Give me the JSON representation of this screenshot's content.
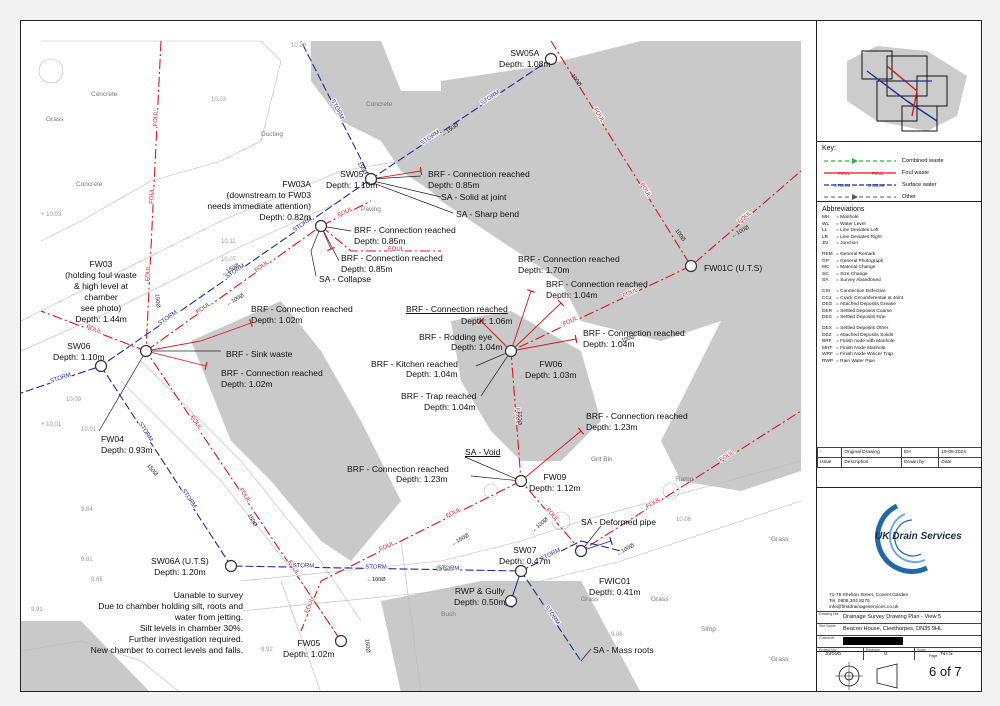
{
  "drawing": {
    "manholes": {
      "sw05a": {
        "id": "SW05A",
        "depth": "Depth: 1.08m"
      },
      "sw05": {
        "id": "SW05",
        "depth": "Depth: 1.10m"
      },
      "fw03a": {
        "id": "FW03A",
        "note1": "(downstream to FW03",
        "note2": "needs immediate attention)",
        "depth": "Depth: 0.82m"
      },
      "fw03": {
        "id": "FW03",
        "note1": "(holding foul waste",
        "note2": "& high level at",
        "note3": "chamber",
        "note4": "see photo)",
        "depth": "Depth: 1.44m"
      },
      "sw06": {
        "id": "SW06",
        "depth": "Depth: 1.10m"
      },
      "fw04": {
        "id": "FW04",
        "depth": "Depth: 0.93m"
      },
      "fw01c": {
        "id": "FW01C (U.T.S)"
      },
      "fw06": {
        "id": "FW06",
        "depth": "Depth: 1.03m"
      },
      "fw09": {
        "id": "FW09",
        "depth": "Depth: 1.12m"
      },
      "sw07": {
        "id": "SW07",
        "depth": "Depth: 0.47m"
      },
      "fwic01": {
        "id": "FWIC01",
        "depth": "Depth: 0.41m"
      },
      "sw06a": {
        "id": "SW06A (U.T.S)",
        "depth": "Depth: 1.20m"
      },
      "fw05": {
        "id": "FW05",
        "depth": "Depth: 1.02m"
      }
    },
    "annotations": {
      "brf_sw05_a": {
        "text": "BRF - Connection reached",
        "depth": "Depth: 0.85m"
      },
      "sa_solid": "SA - Solid at joint",
      "sa_sharp": "SA - Sharp bend",
      "brf_fw03a_1": {
        "text": "BRF - Connection reached",
        "depth": "Depth: 0.85m"
      },
      "brf_fw03a_2": {
        "text": "BRF - Connection reached",
        "depth": "Depth: 0.85m"
      },
      "sa_collapse": "SA - Collapse",
      "brf_fw03_1": {
        "text": "BRF - Connection reached",
        "depth": "Depth: 1.02m"
      },
      "brf_sink": "BRF - Sink waste",
      "brf_fw03_2": {
        "text": "BRF - Connection reached",
        "depth": "Depth: 1.02m"
      },
      "brf_fw06_top1": {
        "text": "BRF - Connection reached",
        "depth": "Depth: 1.70m"
      },
      "brf_fw06_top2": {
        "text": "BRF - Connection reached",
        "depth": "Depth: 1.04m"
      },
      "brf_fw06_left": {
        "text": "BRF - Connection reached",
        "depth": "Depth: 1.06m"
      },
      "brf_rodding": {
        "text": "BRF - Rodding eye",
        "depth": "Depth: 1.04m"
      },
      "brf_fw06_right": {
        "text": "BRF - Connection reached",
        "depth": "Depth: 1.04m"
      },
      "brf_kitchen": {
        "text": "BRF - Kitchen reached",
        "depth": "Depth: 1.04m"
      },
      "brf_trap": {
        "text": "BRF - Trap reached",
        "depth": "Depth: 1.04m"
      },
      "brf_fw09_right": {
        "text": "BRF - Connection reached",
        "depth": "Depth: 1.23m"
      },
      "sa_void": "SA - Void",
      "brf_fw09_left": {
        "text": "BRF - Connection reached",
        "depth": "Depth: 1.23m"
      },
      "sa_deformed": "SA - Deformed pipe",
      "rwp_gully": {
        "text": "RWP & Gully",
        "depth": "Depth: 0.50m"
      },
      "sa_mass_roots": "SA - Mass roots",
      "sw06a_note": [
        "Uanable to survey",
        "Due to chamber holding silt, roots and",
        "water from jetting.",
        "Silt levels in chamber 30%.",
        "Further investigation required.",
        "New chamber to correct levels and falls."
      ]
    },
    "pipe_labels": {
      "foul": "FOUL",
      "storm": "STORM",
      "d150": "150Ø",
      "d100": "100Ø"
    },
    "bg_labels": [
      "Concrete",
      "Concrete",
      "Grass",
      "Ducting",
      "Paving",
      "Concrete",
      "Grass",
      "Grass",
      "Grass",
      "Grass",
      "Slmp",
      "Grass",
      "Grit Bin",
      "Bush",
      "Ramp"
    ],
    "levels": [
      "10.28",
      "10.03",
      "+ 10.03",
      "10.11",
      "10.07",
      "10.01",
      "+ 10.01",
      "9.84",
      "9.81",
      "9.65",
      "9.86",
      "9.91",
      "10.09",
      "9.92",
      "10.06"
    ]
  },
  "colors": {
    "foul": "#d7191c",
    "storm": "#1f2d9e",
    "combined": "#2fb343",
    "other": "#555555",
    "building": "#c9c9c9",
    "logo": "#1f6aa5"
  },
  "panel": {
    "key_title": "Key:",
    "key": [
      {
        "style": "combined",
        "label": "Combined waste"
      },
      {
        "style": "foul",
        "label": "Foul waste"
      },
      {
        "style": "storm",
        "label": "Surface water"
      },
      {
        "style": "other",
        "label": "Other"
      }
    ],
    "abbr_title": "Abbreviations",
    "abbr_groups": [
      [
        [
          "MH",
          "= Manhole"
        ],
        [
          "WL",
          "= Water Level"
        ],
        [
          "LL",
          "= Line Deviates Left"
        ],
        [
          "LR",
          "= Line Deviates Right"
        ],
        [
          "JN",
          "= Junction"
        ]
      ],
      [
        [
          "REM",
          "= General Remark"
        ],
        [
          "GP",
          "= General Photograph"
        ],
        [
          "MC",
          "= Material Change"
        ],
        [
          "SC",
          "= Size Change"
        ],
        [
          "SA",
          "= Survey Abandoned"
        ]
      ],
      [
        [
          "CXI",
          "= Connection Defective"
        ],
        [
          "CCJ",
          "= Crack Circumferential at Joint"
        ],
        [
          "DEG",
          "= Attached Deposits Grease"
        ],
        [
          "DER",
          "= Settled Deposits Coarse"
        ],
        [
          "DES",
          "= Settled Deposits Fine"
        ]
      ],
      [
        [
          "DEX",
          "= Settled Deposits Other"
        ],
        [
          "DEZ",
          "= Attached Deposits Solids"
        ],
        [
          "BRF",
          "= Finish node with Manhole"
        ],
        [
          "MHF",
          "= Finish Node Manhole"
        ],
        [
          "WRF",
          "= Finish Node Wincer Trap"
        ],
        [
          "RWP",
          "= Rain Water Pipe"
        ]
      ]
    ],
    "revision": {
      "rev": "-",
      "desc": "Original Drawing",
      "by": "EH",
      "date": "19-06-2024",
      "h_issue": "Issue",
      "h_desc": "Description",
      "h_by": "Drawn by",
      "h_date": "Date"
    },
    "company": "UK Drain Services",
    "address": [
      "71-75 Shelton Street, Covent Garden",
      "Tel. 0808 304 8275",
      "info@firstdrainageservices.co.uk"
    ],
    "title_block": {
      "cap_title": "Drawing title",
      "title": "Drainage Survey Drawing Plan - View 5",
      "cap_site": "Site Name",
      "site": "Beacon House, Cleethorpes, DN35 9HL",
      "cap_customer": "Customer",
      "cap_project": "Project No.",
      "project": "39595",
      "cap_revision": "Revision",
      "revision": "0",
      "cap_scale": "Scale",
      "scale": "NTS",
      "cap_page": "Page",
      "page": "6 of 7"
    }
  }
}
